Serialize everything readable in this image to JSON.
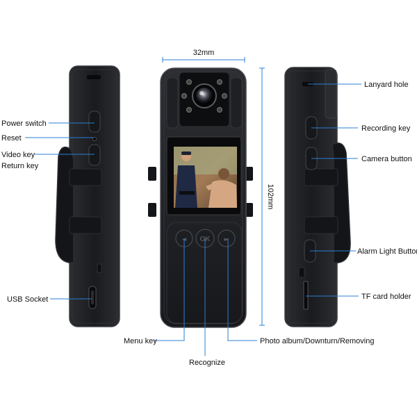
{
  "dimensions": {
    "width": "32mm",
    "height": "102mm"
  },
  "labels": {
    "power_switch": "Power switch",
    "reset": "Reset",
    "video_key": "Video key",
    "return_key": "Return key",
    "usb_socket": "USB Socket",
    "menu_key": "Menu key",
    "recognize": "Recognize",
    "photo_album": "Photo album/Downturn/Removing",
    "lanyard_hole": "Lanyard hole",
    "recording_key": "Recording key",
    "camera_button": "Camera button",
    "alarm_light_button": "Alarm Light Button",
    "tf_card_holder": "TF card holder"
  },
  "buttons": {
    "left": "◄",
    "ok": "OK",
    "right": "►"
  },
  "colors": {
    "device_body": "#1c1d20",
    "device_edge": "#3a3c40",
    "clip": "#141518",
    "leader_line": "#2a7fd4",
    "dimension_line": "#2a7fd4",
    "label_text": "#111111"
  },
  "icons": {
    "lens": "camera-lens-icon",
    "led": "ir-led-icon"
  }
}
